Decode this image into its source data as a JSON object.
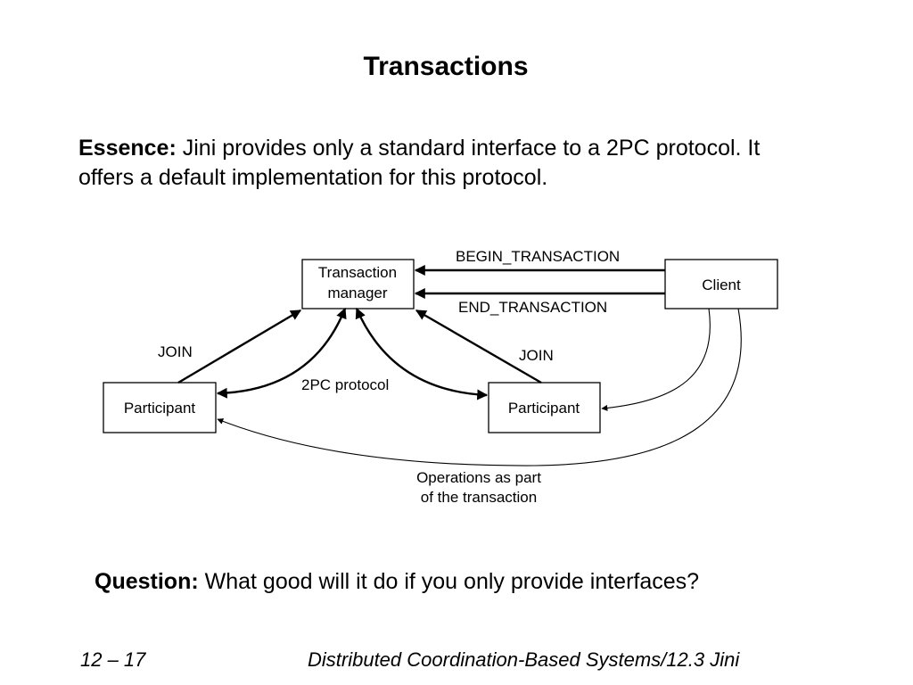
{
  "slide": {
    "title": "Transactions",
    "essence_label": "Essence:",
    "essence_text": " Jini provides only a standard interface to a 2PC protocol. It offers a default implementation for this protocol.",
    "question_label": "Question:",
    "question_text": " What good will it do if you only provide interfaces?",
    "footer_left": "12 – 17",
    "footer_right": "Distributed Coordination-Based Systems/12.3 Jini"
  },
  "diagram": {
    "tm_line1": "Transaction",
    "tm_line2": "manager",
    "client": "Client",
    "participant_left": "Participant",
    "participant_right": "Participant",
    "begin_transaction": "BEGIN_TRANSACTION",
    "end_transaction": "END_TRANSACTION",
    "join_left": "JOIN",
    "join_right": "JOIN",
    "protocol_2pc": "2PC protocol",
    "operations_line1": "Operations as part",
    "operations_line2": "of the transaction"
  }
}
